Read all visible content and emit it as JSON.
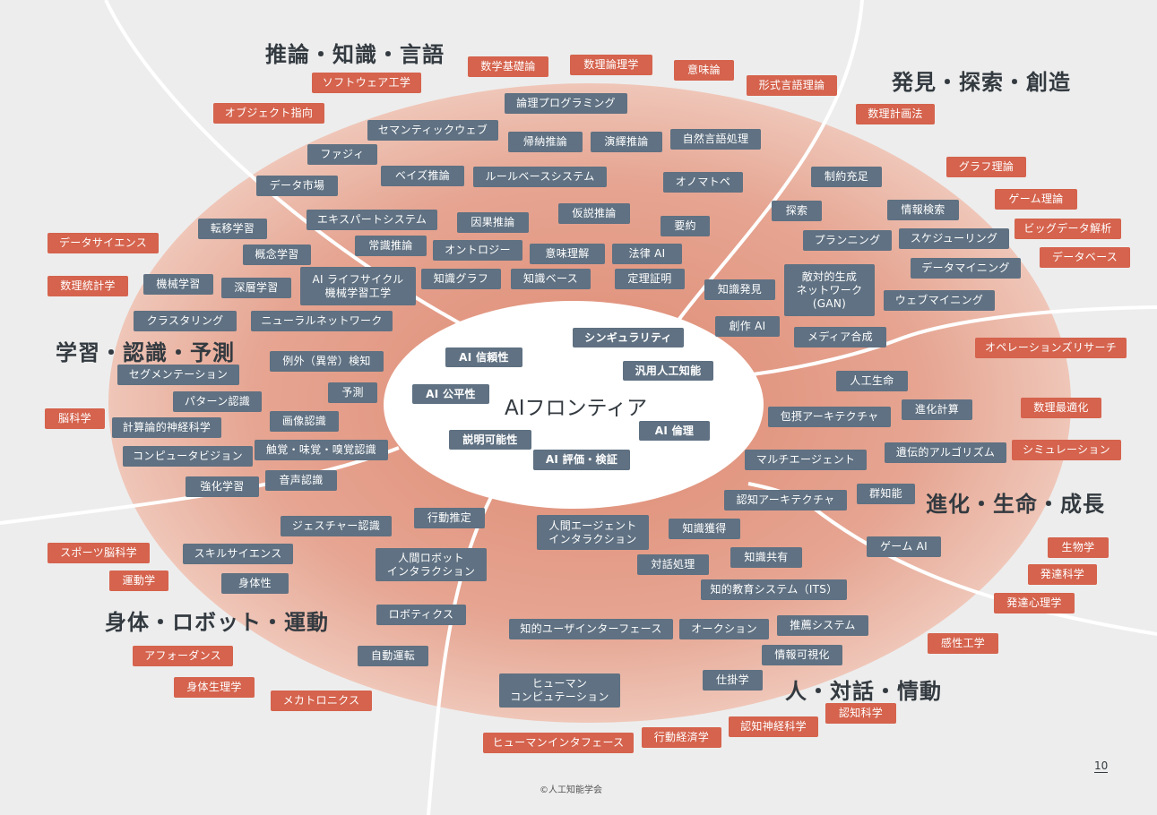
{
  "center_title": "AIフロンティア",
  "regions": {
    "reasoning": "推論・知識・言語",
    "discovery": "発見・探索・創造",
    "learning": "学習・認識・予測",
    "evolution": "進化・生命・成長",
    "body": "身体・ロボット・運動",
    "human": "人・対話・情動"
  },
  "core_terms": {
    "reliability": "AI 信頼性",
    "singularity": "シンギュラリティ",
    "agi": "汎用人工知能",
    "fairness": "AI 公平性",
    "ethics": "AI 倫理",
    "explainability": "説明可能性",
    "evaluation": "AI 評価・検証"
  },
  "frontier_terms": {
    "logic_programming": "論理プログラミング",
    "semantic_web": "セマンティックウェブ",
    "induction": "帰納推論",
    "deduction": "演繹推論",
    "nlp": "自然言語処理",
    "fuzzy": "ファジィ",
    "bayes": "ベイズ推論",
    "rule_based": "ルールベースシステム",
    "onomatopoeia": "オノマトペ",
    "data_market": "データ市場",
    "expert_system": "エキスパートシステム",
    "causal": "因果推論",
    "abduction": "仮説推論",
    "summarization": "要約",
    "transfer": "転移学習",
    "commonsense": "常識推論",
    "ontology": "オントロジー",
    "semantics": "意味理解",
    "legal_ai": "法律 AI",
    "concept_learning": "概念学習",
    "ml": "機械学習",
    "deep": "深層学習",
    "ai_lifecycle": "AI ライフサイクル\n機械学習工学",
    "knowledge_graph": "知識グラフ",
    "knowledge_base": "知識ベース",
    "theorem": "定理証明",
    "clustering": "クラスタリング",
    "neural_net": "ニューラルネットワーク",
    "anomaly": "例外（異常）検知",
    "segmentation": "セグメンテーション",
    "prediction": "予測",
    "pattern": "パターン認識",
    "comp_neuro": "計算論的神経科学",
    "image_rec": "画像認識",
    "cv": "コンピュータビジョン",
    "senses": "触覚・味覚・嗅覚認識",
    "rl": "強化学習",
    "speech": "音声認識",
    "constraint": "制約充足",
    "search": "探索",
    "ir": "情報検索",
    "planning": "プランニング",
    "scheduling": "スケジューリング",
    "data_mining": "データマイニング",
    "knowledge_discovery": "知識発見",
    "gan": "敵対的生成\nネットワーク\n(GAN)",
    "web_mining": "ウェブマイニング",
    "creative_ai": "創作 AI",
    "media_synth": "メディア合成",
    "alife": "人工生命",
    "subsumption": "包摂アーキテクチャ",
    "evo_comp": "進化計算",
    "multi_agent": "マルチエージェント",
    "ga": "遺伝的アルゴリズム",
    "cog_arch": "認知アーキテクチャ",
    "swarm": "群知能",
    "game_ai": "ゲーム AI",
    "gesture": "ジェスチャー認識",
    "behavior_est": "行動推定",
    "skill_sci": "スキルサイエンス",
    "hri": "人間ロボット\nインタラクション",
    "embodiment": "身体性",
    "robotics": "ロボティクス",
    "autonomous": "自動運転",
    "hai": "人間エージェント\nインタラクション",
    "knowledge_acq": "知識獲得",
    "dialogue": "対話処理",
    "knowledge_share": "知識共有",
    "its": "知的教育システム（ITS）",
    "iui": "知的ユーザインターフェース",
    "auction": "オークション",
    "recommend": "推薦システム",
    "infovis": "情報可視化",
    "human_comp": "ヒューマン\nコンピュテーション",
    "shikake": "仕掛学"
  },
  "related_fields": {
    "software_eng": "ソフトウェア工学",
    "math_foundations": "数学基礎論",
    "math_logic": "数理論理学",
    "semantics_theory": "意味論",
    "formal_lang": "形式言語理論",
    "oop": "オブジェクト指向",
    "math_programming": "数理計画法",
    "graph_theory": "グラフ理論",
    "game_theory": "ゲーム理論",
    "big_data": "ビッグデータ解析",
    "database": "データベース",
    "data_science": "データサイエンス",
    "math_stats": "数理統計学",
    "or": "オペレーションズリサーチ",
    "brain_sci": "脳科学",
    "math_opt": "数理最適化",
    "simulation": "シミュレーション",
    "biology": "生物学",
    "dev_sci": "発達科学",
    "dev_psych": "発達心理学",
    "sports_brain": "スポーツ脳科学",
    "kinesiology": "運動学",
    "kansei": "感性工学",
    "affordance": "アフォーダンス",
    "body_physiology": "身体生理学",
    "mechatronics": "メカトロニクス",
    "cog_sci": "認知科学",
    "cog_neuro": "認知神経科学",
    "behavioral_econ": "行動経済学",
    "hci": "ヒューマンインタフェース"
  },
  "colors": {
    "background": "#ededed",
    "ellipse_fill": "#e9b3a2",
    "ellipse_center": "#e1947e",
    "frontier_tag": "#5f7182",
    "related_tag": "#d5634d",
    "divider": "#ffffff"
  },
  "page_number": "10",
  "copyright": "©人工知能学会"
}
